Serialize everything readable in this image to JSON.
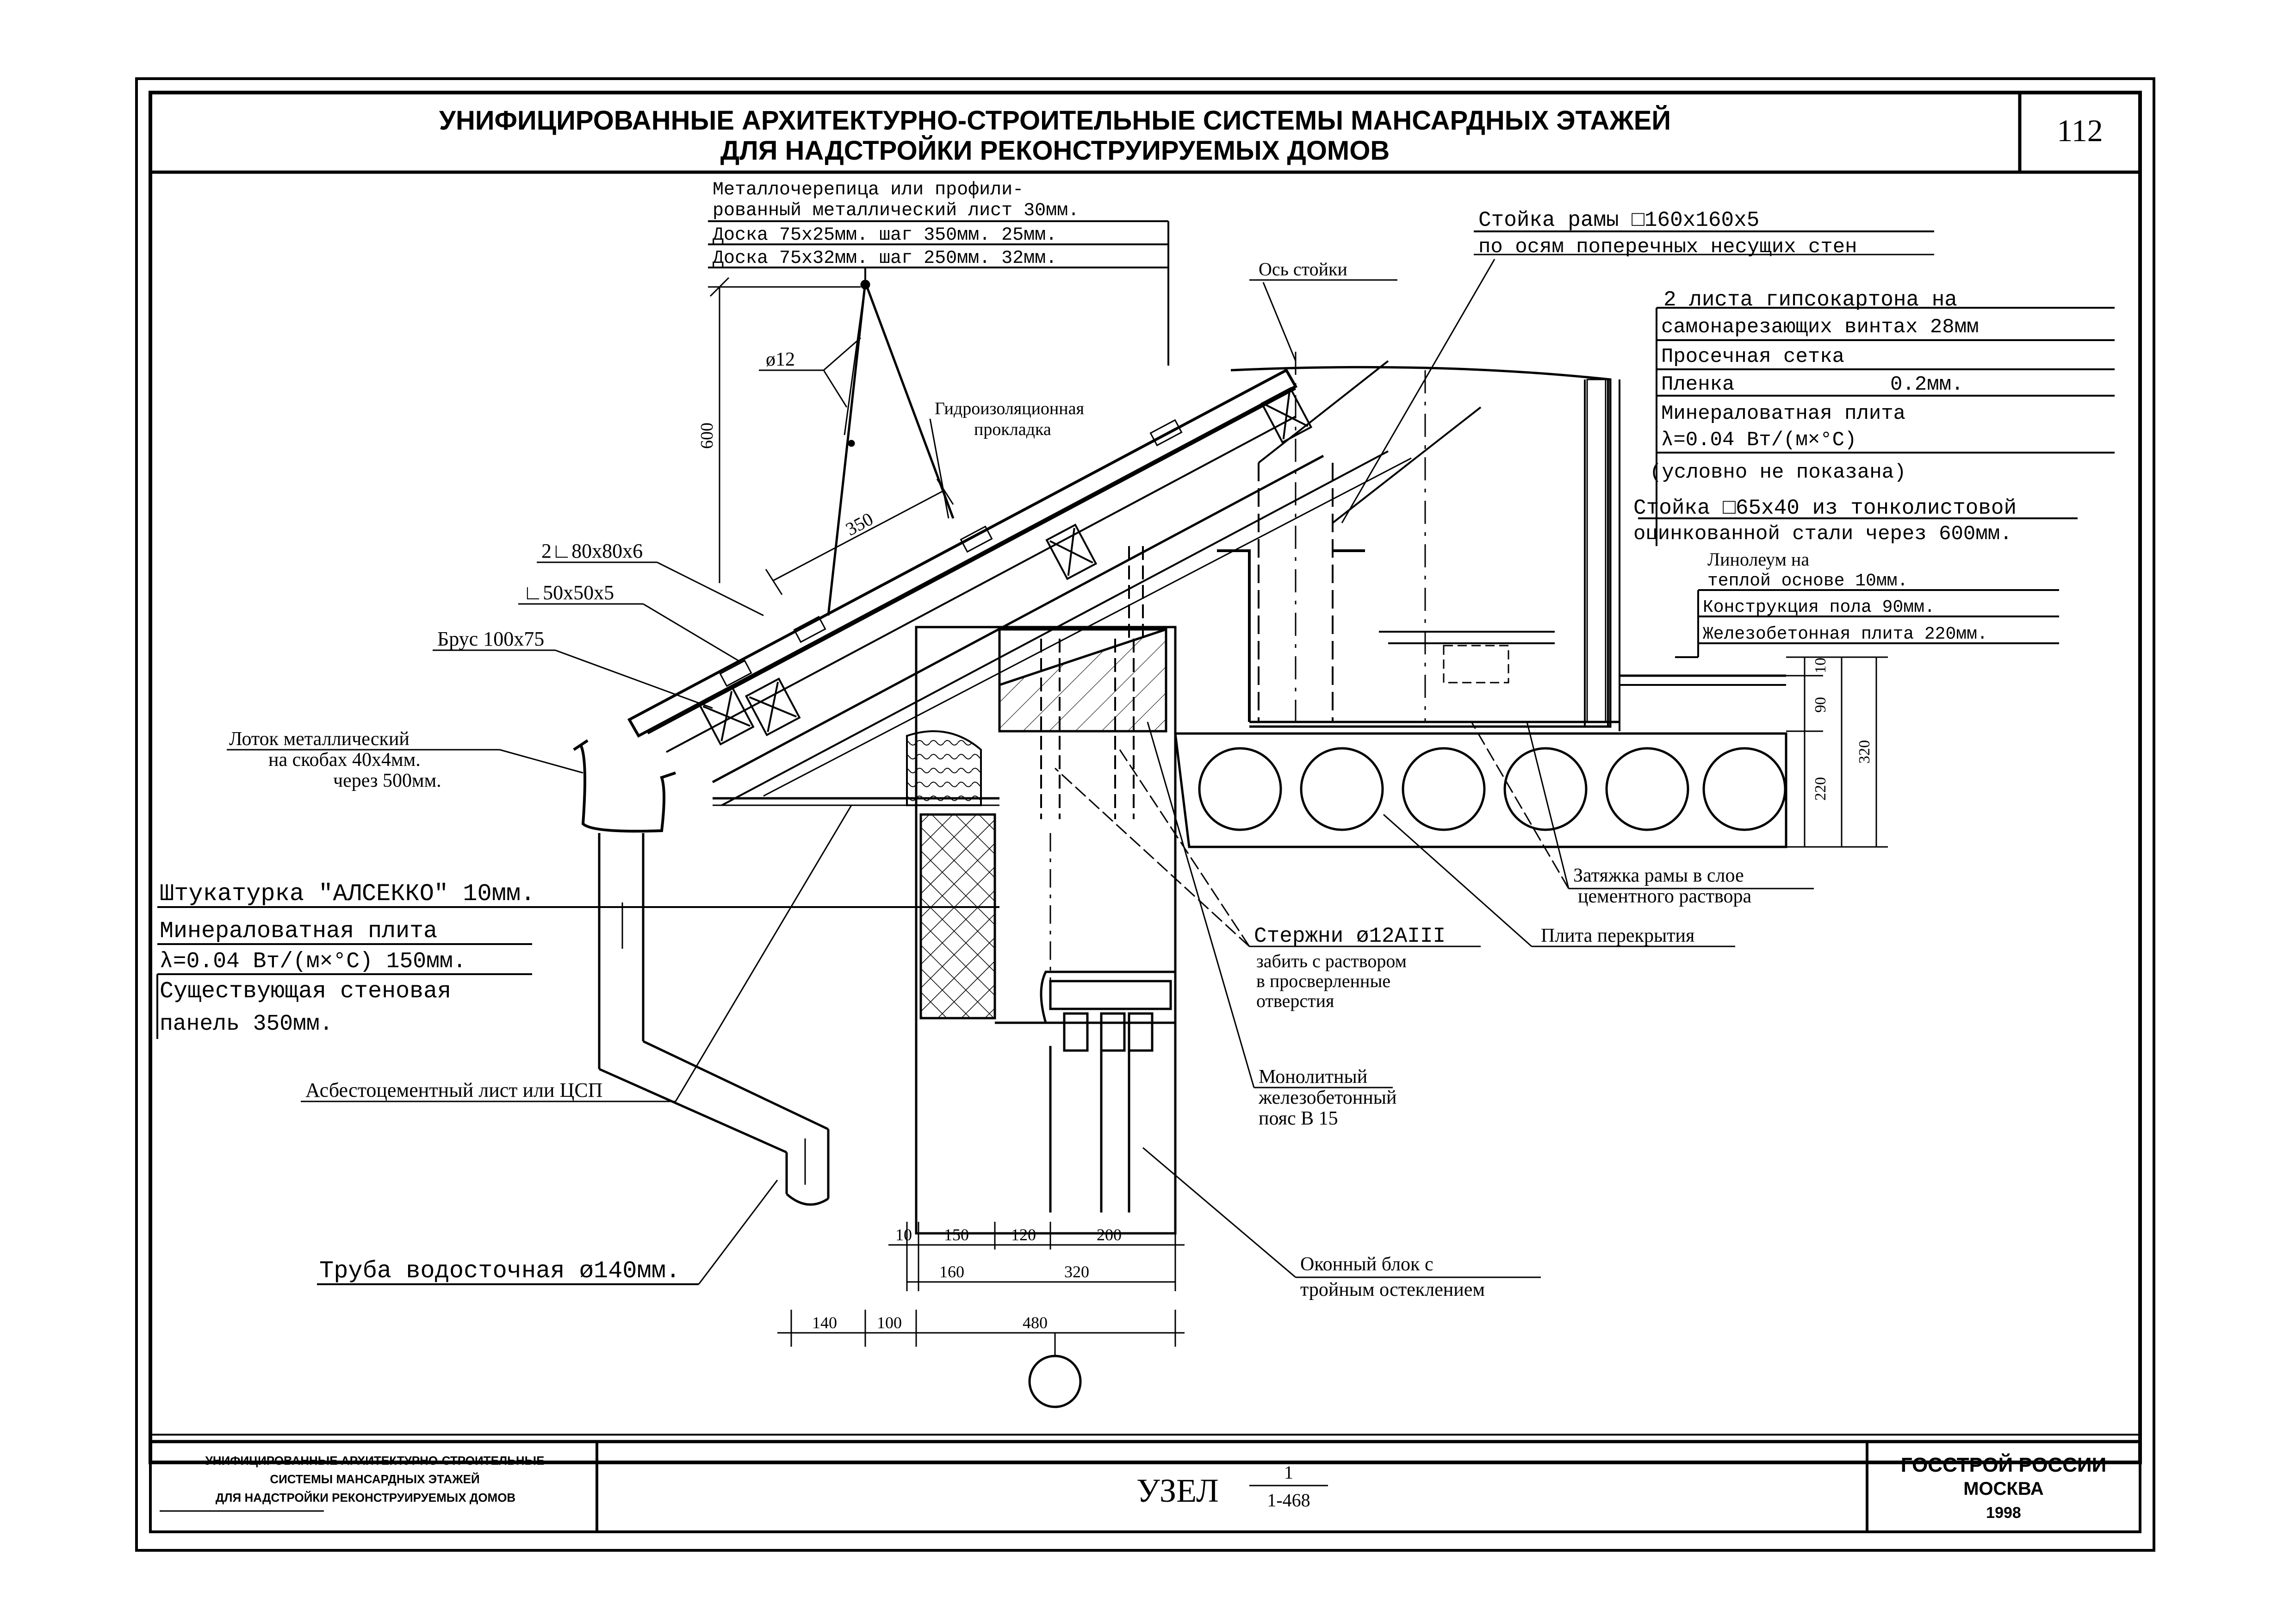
{
  "header": {
    "title_line1": "УНИФИЦИРОВАННЫЕ АРХИТЕКТУРНО-СТРОИТЕЛЬНЫЕ СИСТЕМЫ МАНСАРДНЫХ ЭТАЖЕЙ",
    "title_line2": "ДЛЯ НАДСТРОЙКИ РЕКОНСТРУИРУЕМЫХ ДОМОВ",
    "page_number": "112"
  },
  "roof_layers": {
    "line1": "Металлочерепица или профили-",
    "line2": "рованный металлический лист  30мм.",
    "line3": "Доска 75х25мм. шаг 350мм.      25мм.",
    "line4": "Доска 75х32мм. шаг 250мм.      32мм."
  },
  "frame": {
    "column_line1": "Стойка рамы □160х160х5",
    "column_line2": "по осям поперечных несущих стен",
    "column_axis": "Ось стойки"
  },
  "wall_layers": {
    "line1": "2 листа гипсокартона на",
    "line2": "самонарезающих винтах  28мм",
    "line3": "Просечная сетка",
    "line4a": "Пленка",
    "line4b": "0.2мм.",
    "line5": "Минераловатная плита",
    "line6": "λ=0.04 Вт/(м×°С)",
    "line7": "(условно не показана)",
    "line8": "Стойка □65х40 из тонколистовой",
    "line9": "оцинкованной стали через 600мм."
  },
  "floor_layers": {
    "line1": "Линолеум на",
    "line2": "теплой основе          10мм.",
    "line3": "Конструкция пола      90мм.",
    "line4": "Железобетонная плита  220мм."
  },
  "labels": {
    "rod_d12": "ø12",
    "waterproof1": "Гидроизоляционная",
    "waterproof2": "прокладка",
    "dim_350": "350",
    "dim_600": "600",
    "angle_80": "2∟80х80х6",
    "angle_50": "∟50х50х5",
    "beam": "Брус 100х75",
    "gutter1": "Лоток металлический",
    "gutter2": "на скобах 40х4мм.",
    "gutter3": "через 500мм.",
    "plaster": "Штукатурка \"АЛСЕККО\"  10мм.",
    "mineral1": "Минераловатная плита",
    "mineral2": "λ=0.04 Вт/(м×°С)        150мм.",
    "panel1": "Существующая стеновая",
    "panel2": "панель                350мм.",
    "asbestos": "Асбестоцементный лист или ЦСП",
    "pipe": "Труба водосточная ø140мм.",
    "rods1": "Стержни ø12АIII",
    "rods2": "забить с раствором",
    "rods3": "в просверленные",
    "rods4": "отверстия",
    "belt1": "Монолитный",
    "belt2": "железобетонный",
    "belt3": "пояс В 15",
    "window1": "Оконный блок с",
    "window2": "тройным остеклением",
    "tie1": "Затяжка рамы в слое",
    "tie2": "цементного раствора",
    "slab": "Плита перекрытия"
  },
  "dimensions": {
    "d10": "10",
    "d150": "150",
    "d120": "120",
    "d200": "200",
    "d160": "160",
    "d320": "320",
    "d140": "140",
    "d100": "100",
    "d480": "480",
    "v10": "10",
    "v90": "90",
    "v220": "220",
    "v320": "320"
  },
  "title_block": {
    "left_line1": "УНИФИЦИРОВАННЫЕ АРХИТЕКТУРНО-СТРОИТЕЛЬНЫЕ",
    "left_line2": "СИСТЕМЫ МАНСАРДНЫХ ЭТАЖЕЙ",
    "left_line3": "ДЛЯ НАДСТРОЙКИ РЕКОНСТРУИРУЕМЫХ ДОМОВ",
    "node_label": "УЗЕЛ",
    "node_num": "1",
    "node_ref": "1-468",
    "org1": "ГОССТРОЙ РОССИИ",
    "org2": "МОСКВА",
    "year": "1998"
  }
}
